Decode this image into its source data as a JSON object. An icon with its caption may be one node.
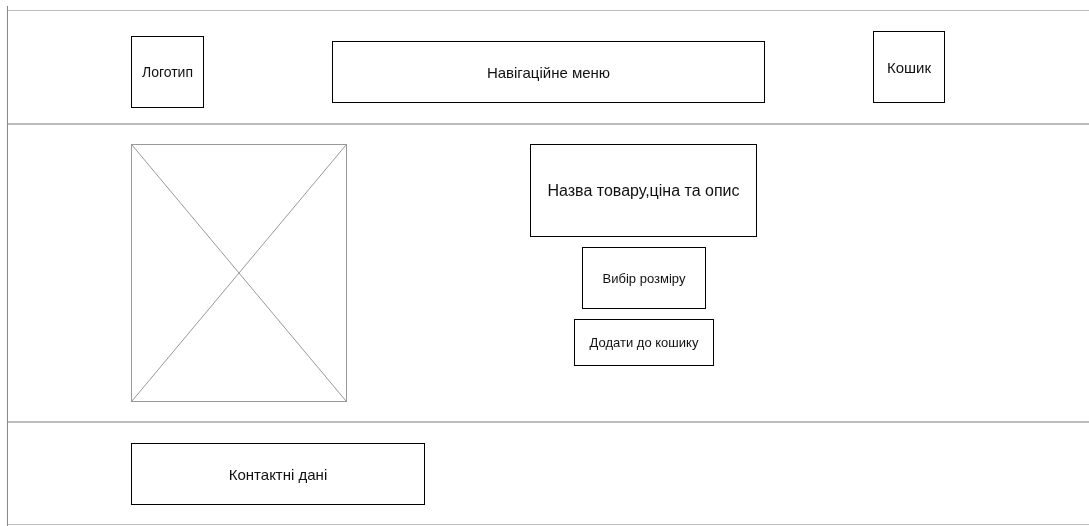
{
  "diagram": {
    "nodes": [
      {
        "text": [
          "Логотип"
        ]
      },
      {
        "text": [
          "Навігаційне меню"
        ]
      },
      {
        "text": [
          "Кошик"
        ]
      },
      {
        "text": [],
        "shape": "box"
      },
      {
        "text": [
          "Назва товару,ціна та опис"
        ]
      },
      {
        "text": [
          "Вибір розміру"
        ]
      },
      {
        "text": [
          "Додати до кошику"
        ]
      },
      {
        "text": [
          "Контактні дані"
        ]
      }
    ]
  }
}
